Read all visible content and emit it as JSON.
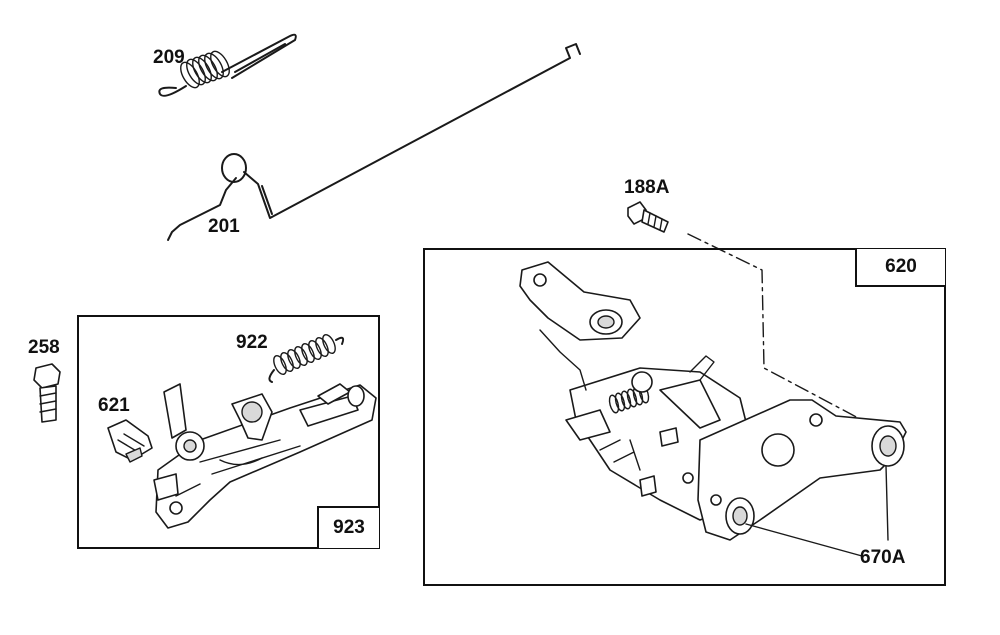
{
  "callouts": {
    "c209": "209",
    "c201": "201",
    "c188a": "188A",
    "c258": "258",
    "c922": "922",
    "c621": "621",
    "c923": "923",
    "c620": "620",
    "c670a": "670A"
  }
}
